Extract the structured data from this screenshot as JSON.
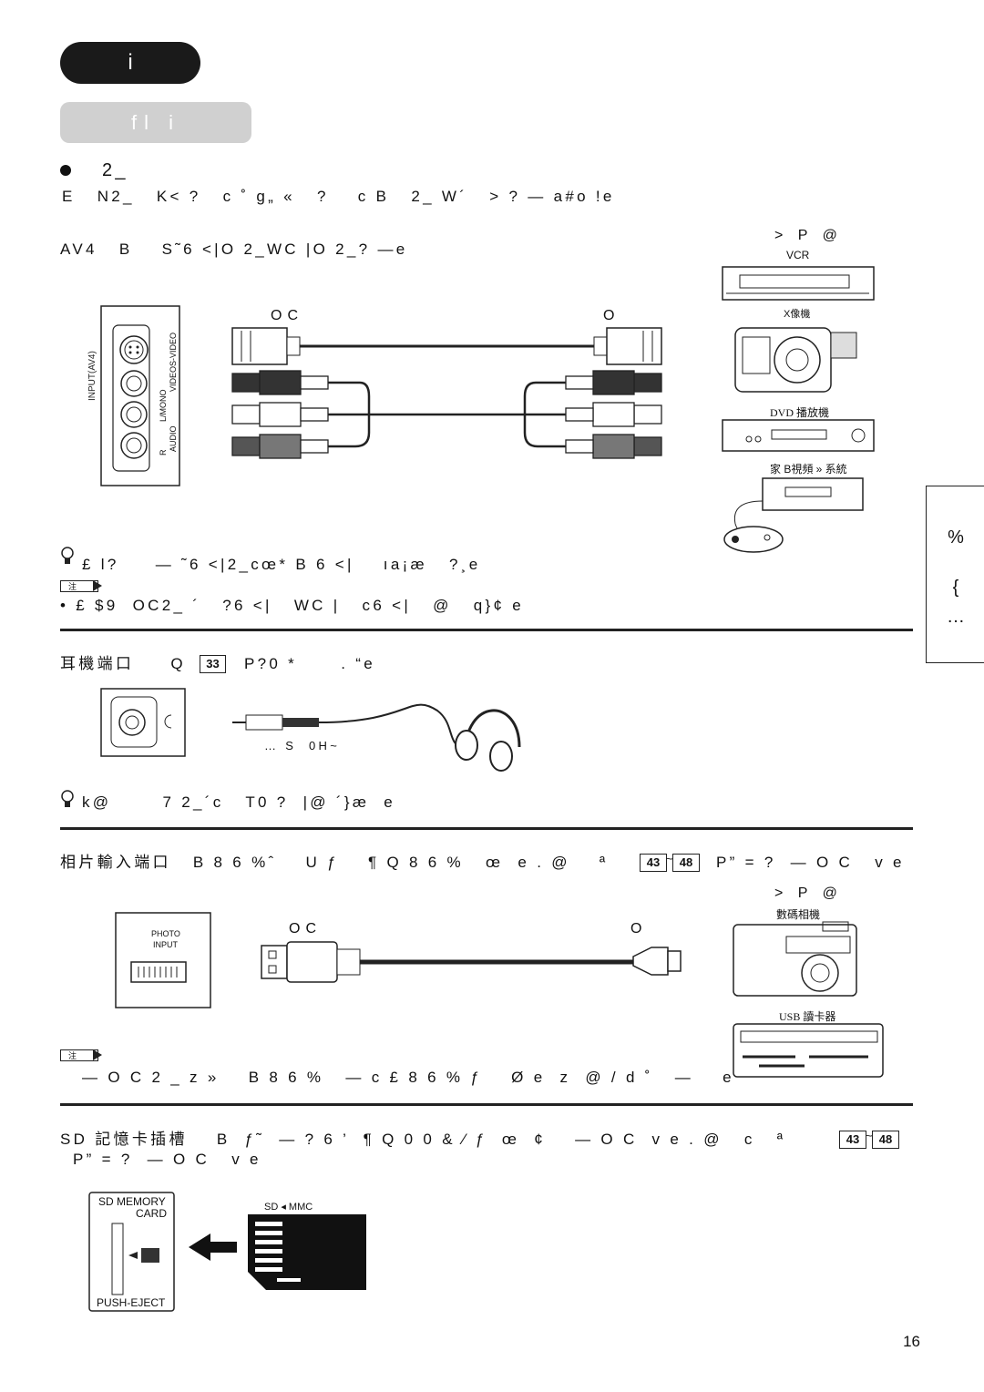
{
  "header": {
    "title_pill": "i",
    "subtitle_pill": "fl   i"
  },
  "sec1": {
    "bullet_line": "2_",
    "line1": "E   N2_   K< ?   c ˚ g„ «   ?    c B   2_ W´   > ? — a#o !e",
    "line2": "AV4   B    S˜6 <|O 2_WC |O 2_? —e",
    "tip": "£ l?     — ˜6 <|2_cœ* B 6 <|    ıa¡æ   ?¸e",
    "note_bullet": "• £ $9  OC2_ ´   ?6 <|   WC |   c6 <|   @   q}¢ e",
    "cable_left_label": "OC",
    "cable_right_label": "O",
    "devices_heading": "> P   @",
    "devices": [
      "VCR",
      "X像機",
      "DVD 播放機",
      "家 B視頻  » 系統"
    ],
    "panel_labels": {
      "input": "INPUT(AV4)",
      "svideo": "S-VIDEO",
      "video": "VIDEO",
      "lmono": "L/MONO",
      "audio": "AUDIO",
      "r": "R"
    }
  },
  "sec2": {
    "line1": "耳機端口     Q",
    "ref": "33",
    "line1b": "P?0 *      . “e",
    "caption": "… S  0H~",
    "tip": "k@       7 2_´c   T0 ?  |@ ´}æ  e"
  },
  "sec3": {
    "line1": "相片輸入端口   B 8 6 %ˆ    U ƒ    ¶ Q 8 6 %   œ  e . @    ª",
    "ref1": "43",
    "ref2": "48",
    "line1b": "P” = ?  — O C   v e",
    "devices_heading": "> P   @",
    "devices": [
      "數碼相機",
      "USB 讀卡器"
    ],
    "port_labels": [
      "PHOTO",
      "INPUT"
    ],
    "cable_left_label": "OC",
    "cable_right_label": "O",
    "note": "— O C 2 _ z »    B 8 6 %   — c £ 8 6 % ƒ    Ø e  z  @ / d ˚   —    e"
  },
  "sec4": {
    "line1": "SD 記憶卡插槽    B  ƒ˜  — ? 6 ’  ¶ Q 0 0 & ⁄ ƒ  œ  ¢    — O C  v e . @   c   ª",
    "ref1": "43",
    "ref2": "48",
    "line2": "P” = ?  — O C   v e",
    "slot_labels": [
      "SD MEMORY",
      "CARD",
      "PUSH-EJECT"
    ],
    "card_label": "SD ◂  MMC"
  },
  "side_tab": {
    "a": "%",
    "b": "{",
    "c": "…"
  },
  "note_tag": "注",
  "page_number": "16"
}
